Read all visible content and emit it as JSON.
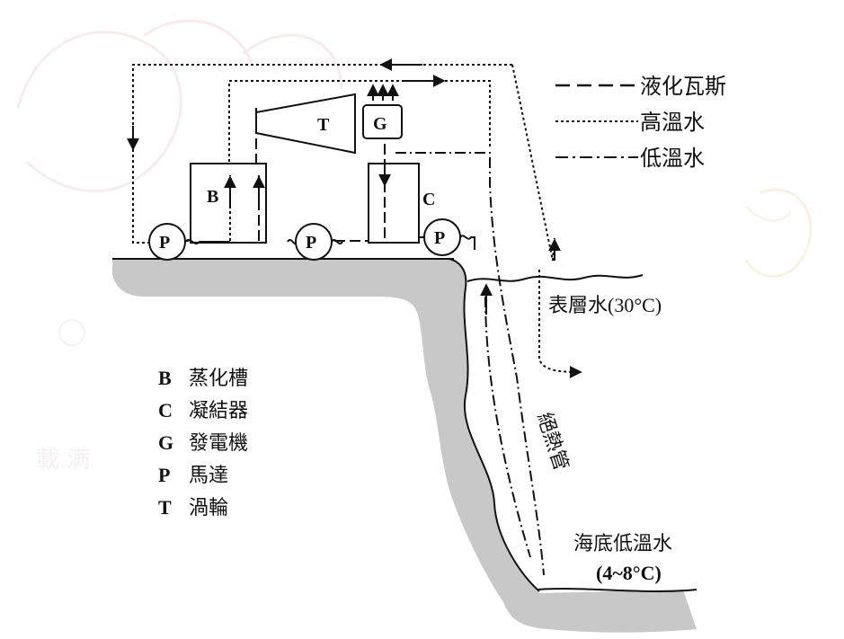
{
  "legend": [
    {
      "label": "液化瓦斯",
      "line_style": "long-dash"
    },
    {
      "label": "高溫水",
      "line_style": "short-dash"
    },
    {
      "label": "低溫水",
      "line_style": "dash-dot"
    }
  ],
  "components": {
    "turbine": "T",
    "generator": "G",
    "evaporator": "B",
    "condenser": "C",
    "pump": "P"
  },
  "key": [
    {
      "code": "B",
      "name": "蒸化槽"
    },
    {
      "code": "C",
      "name": "凝結器"
    },
    {
      "code": "G",
      "name": "發電機"
    },
    {
      "code": "P",
      "name": "馬達"
    },
    {
      "code": "T",
      "name": "渦輪"
    }
  ],
  "labels": {
    "surface_water": "表層水(30°C)",
    "deep_water_line1": "海底低溫水",
    "deep_water_line2": "(4~8°C)",
    "insulated_pipe": "絕熱管",
    "watermark": "載 满"
  },
  "colors": {
    "land": "#c8c8c8",
    "line": "#111111",
    "watermark": "#e2d8d8"
  }
}
